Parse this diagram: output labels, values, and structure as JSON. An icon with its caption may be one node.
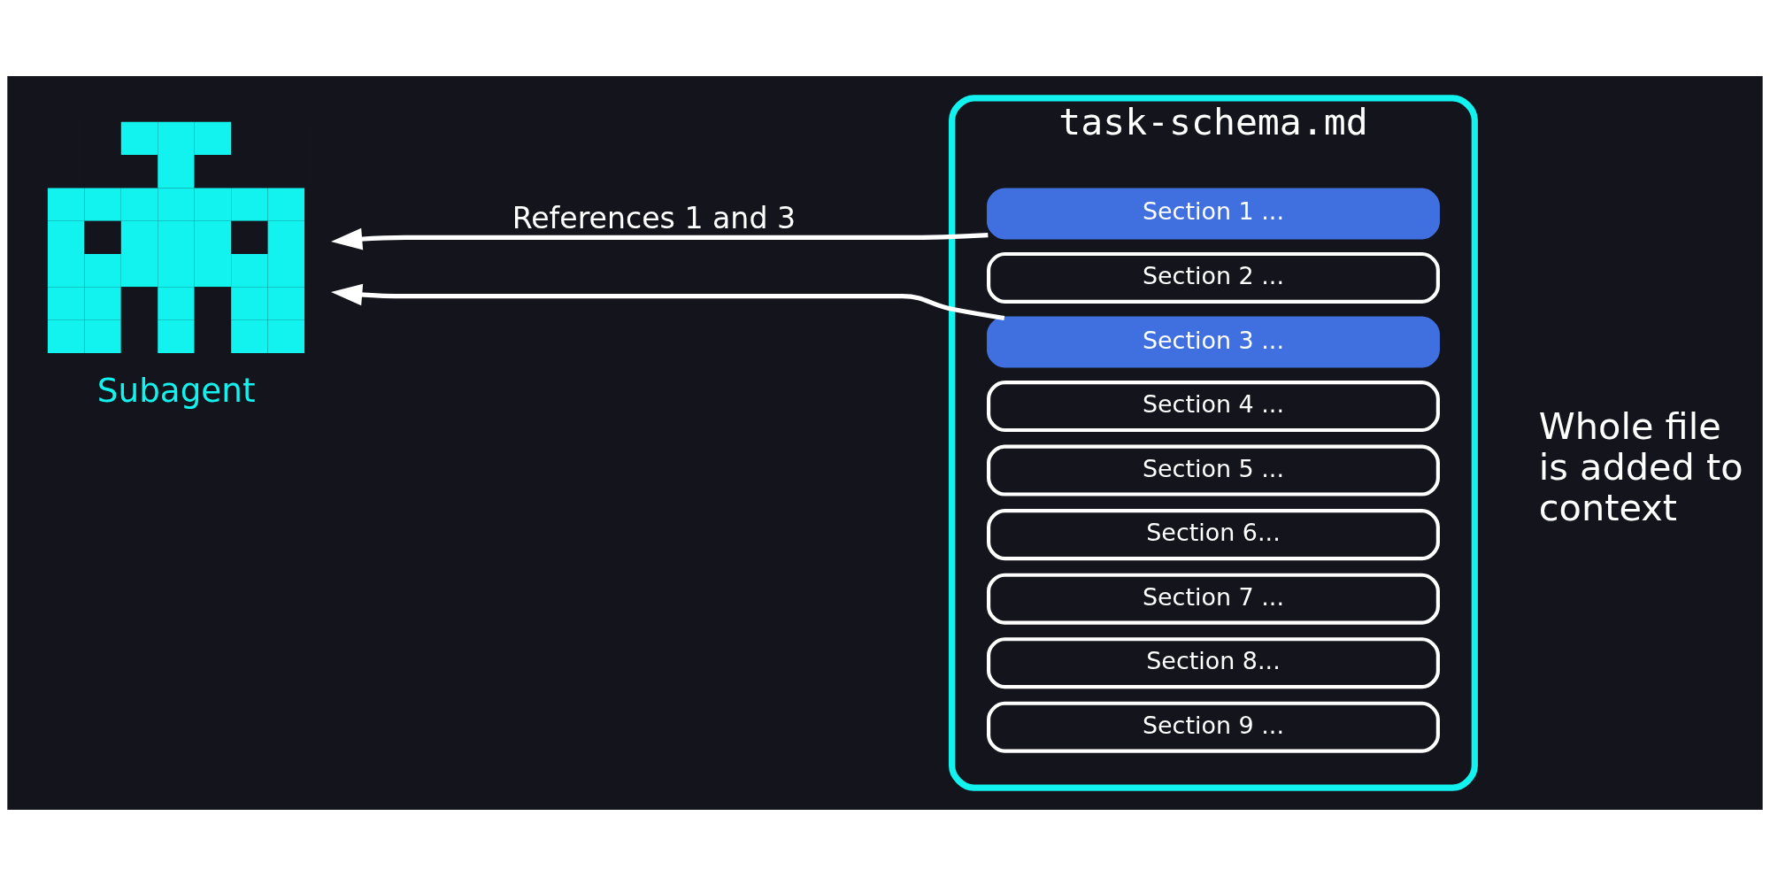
{
  "diagram": {
    "nodes": [
      {
        "text": [],
        "shape": "picture",
        "beside": [
          "Subagent"
        ]
      },
      {
        "text": [
          "task-schema.md"
        ],
        "beside": [
          "Whole file is added to context"
        ]
      },
      {
        "text": [
          "Section 1 ..."
        ],
        "in": 1
      },
      {
        "text": [
          "Section 2 ..."
        ],
        "in": 1
      },
      {
        "text": [
          "Section 3 ..."
        ],
        "in": 1
      },
      {
        "text": [
          "Section 4 ..."
        ],
        "in": 1
      },
      {
        "text": [
          "Section 5 ..."
        ],
        "in": 1
      },
      {
        "text": [
          "Section 6..."
        ],
        "in": 1
      },
      {
        "text": [
          "Section 7 ..."
        ],
        "in": 1
      },
      {
        "text": [
          "Section 8..."
        ],
        "in": 1
      },
      {
        "text": [
          "Section 9 ..."
        ],
        "in": 1
      }
    ],
    "edges": [
      {
        "from": 2,
        "to": 0,
        "arrow": "to",
        "label": "References 1 and 3"
      },
      {
        "from": 4,
        "to": 0,
        "arrow": "to"
      }
    ]
  }
}
